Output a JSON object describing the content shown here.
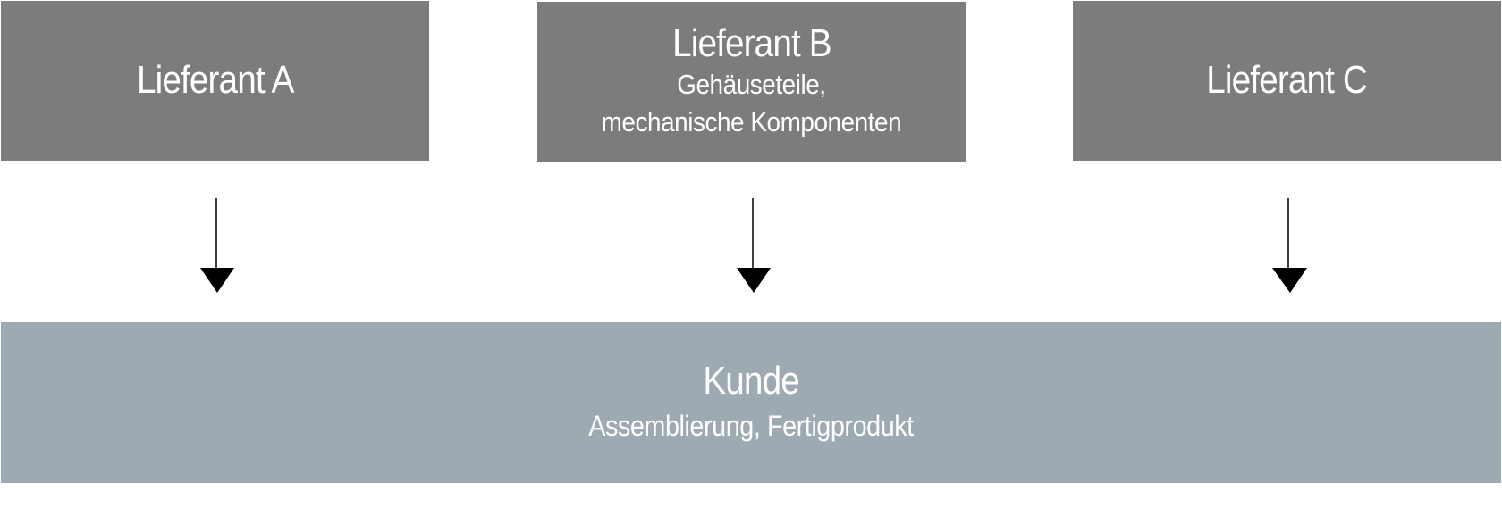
{
  "suppliers": [
    {
      "title": "Lieferant A",
      "lines": []
    },
    {
      "title": "Lieferant B",
      "lines": [
        "Gehäuseteile,",
        "mechanische Komponenten"
      ]
    },
    {
      "title": "Lieferant C",
      "lines": []
    }
  ],
  "customer": {
    "title": "Kunde",
    "subtitle": "Assemblierung, Fertigprodukt"
  },
  "colors": {
    "supplier_box": "#7d7b7b",
    "customer_box": "#9daab2",
    "text": "#ffffff",
    "arrow": "#000000"
  }
}
